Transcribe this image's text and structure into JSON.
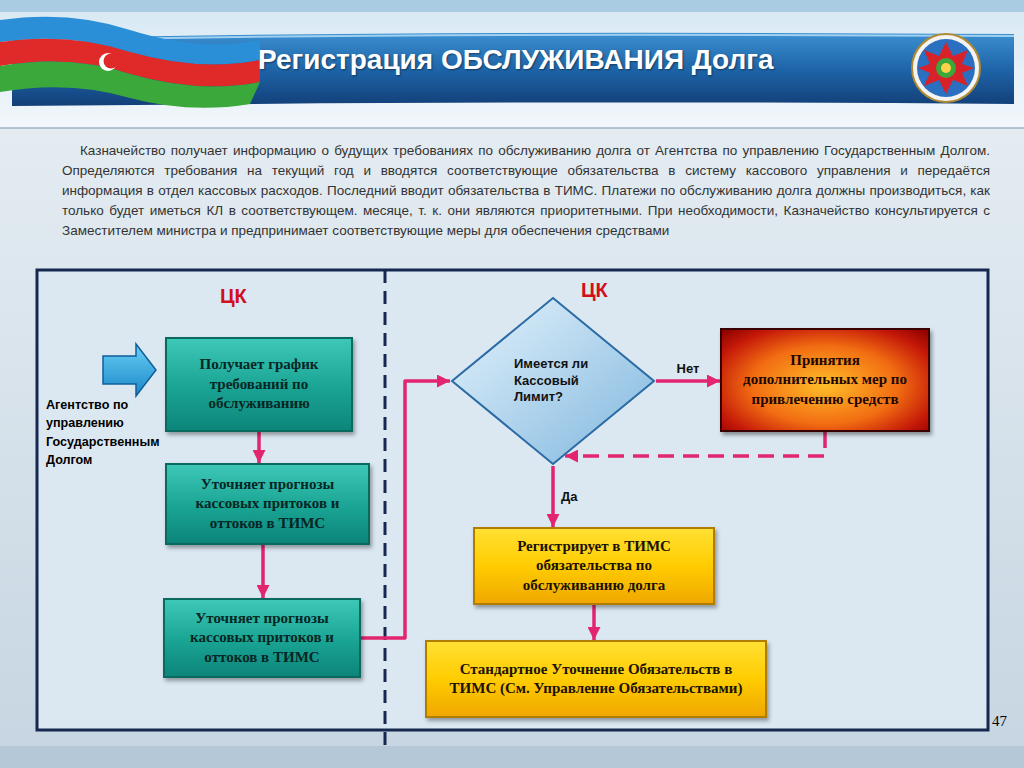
{
  "diagram": {
    "title": "Регистрация ОБСЛУЖИВАНИЯ Долга",
    "nodes": [
      {
        "text": [
          "Получает график требований по обслуживанию"
        ]
      },
      {
        "text": [
          "Уточняет прогнозы кассовых притоков и оттоков в ТИМС"
        ]
      },
      {
        "text": [
          "Уточняет прогнозы кассовых притоков и оттоков в ТИМС"
        ]
      },
      {
        "text": [
          "Имеется ли Кассовый Лимит?"
        ]
      },
      {
        "text": [
          "Принятия дополнительных мер по привлечению средств"
        ]
      },
      {
        "text": [
          "Регистрирует в ТИМС обязательства по обслуживанию долга"
        ]
      },
      {
        "text": [
          "Стандартное Уточнение Обязательств в ТИМС (См. Управление Обязательствами)"
        ]
      }
    ],
    "edges": [
      {
        "from": 0,
        "to": 1,
        "arrow": "to"
      },
      {
        "from": 1,
        "to": 2,
        "arrow": "to"
      },
      {
        "from": 2,
        "to": 3,
        "arrow": "to"
      },
      {
        "from": 3,
        "to": 4,
        "label": "Нет",
        "arrow": "to"
      },
      {
        "from": 4,
        "to": 3,
        "arrow": "to"
      },
      {
        "from": 3,
        "to": 5,
        "label": "Да",
        "arrow": "to"
      },
      {
        "from": 5,
        "to": 6,
        "arrow": "to"
      }
    ],
    "labels": [
      "Казначейство получает информацию о будущих требованиях по обслуживанию долга от Агентства по управлению Государственным Долгом. Определяются требования на текущий год и вводятся соответствующие обязательства в систему кассового управления и передаётся информация в отдел кассовых расходов. Последний вводит обязательства в ТИМС. Платежи по обслуживанию долга должны производиться, как только будет иметься КЛ в соответствующем. месяце, т. к. они являются приоритетными. При необходимости, Казначейство консультируется с Заместителем министра и предпринимает соответствующие меры для обеспечения средствами",
      "ЦК",
      "ЦК",
      "Агентство по управлению Государственным Долгом",
      "47"
    ]
  }
}
